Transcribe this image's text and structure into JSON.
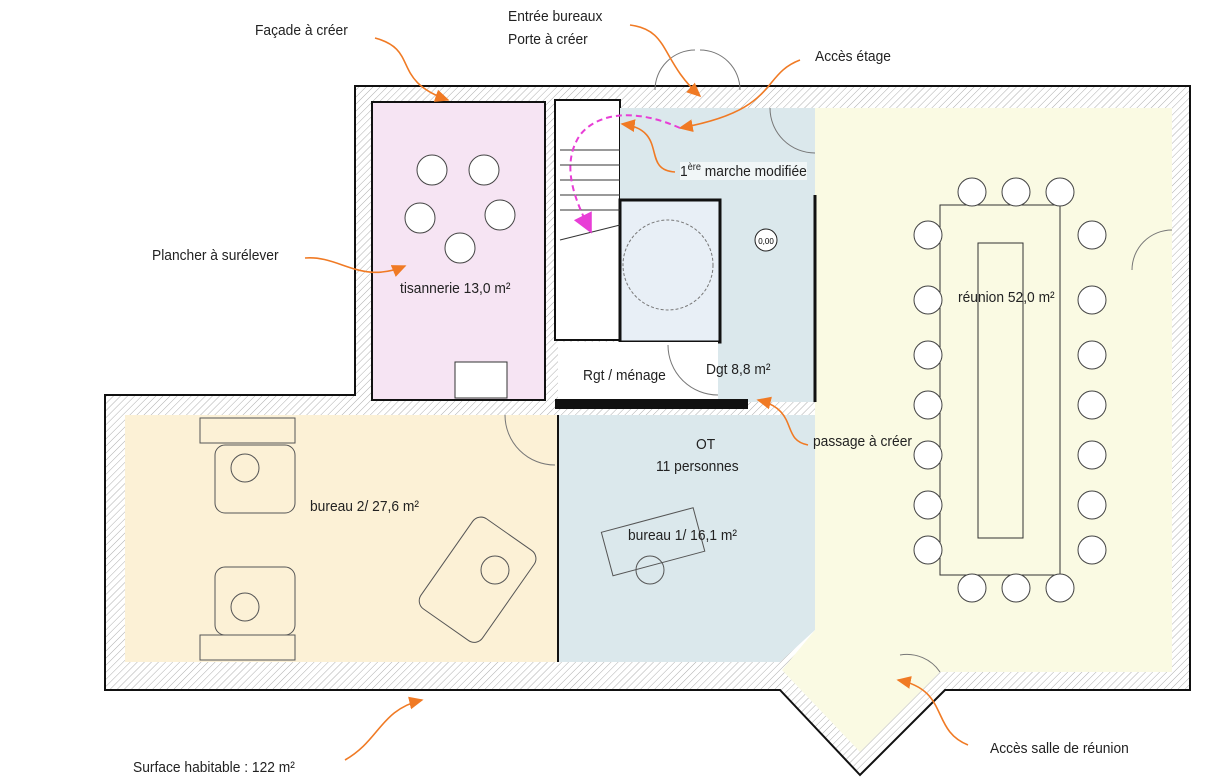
{
  "colors": {
    "tisannerie": "#f6e4f3",
    "bureau2": "#fcf1d6",
    "ot": "#dbe8ec",
    "reunion": "#fafae3",
    "annotation_arrow": "#f07a24",
    "stair_arrow": "#e83ed6",
    "wall": "#111111"
  },
  "annotations": {
    "facade": "Façade à créer",
    "entree_line1": "Entrée bureaux",
    "entree_line2": "Porte à créer",
    "acces_etage": "Accès étage",
    "marche_sup": "ère",
    "marche_pre": "1",
    "marche_post": " marche modifiée",
    "plancher": "Plancher à surélever",
    "passage": "passage à créer",
    "surface": "Surface habitable : 122 m²",
    "acces_reunion": "Accès salle de réunion"
  },
  "rooms": {
    "tisannerie": "tisannerie 13,0 m²",
    "reunion": "réunion 52,0 m²",
    "rgt": "Rgt / ménage",
    "dgt": "Dgt 8,8 m²",
    "ot_line1": "OT",
    "ot_line2": "11 personnes",
    "bureau2": "bureau 2/ 27,6 m²",
    "bureau1": "bureau 1/ 16,1 m²"
  },
  "level_marker": "0,00"
}
